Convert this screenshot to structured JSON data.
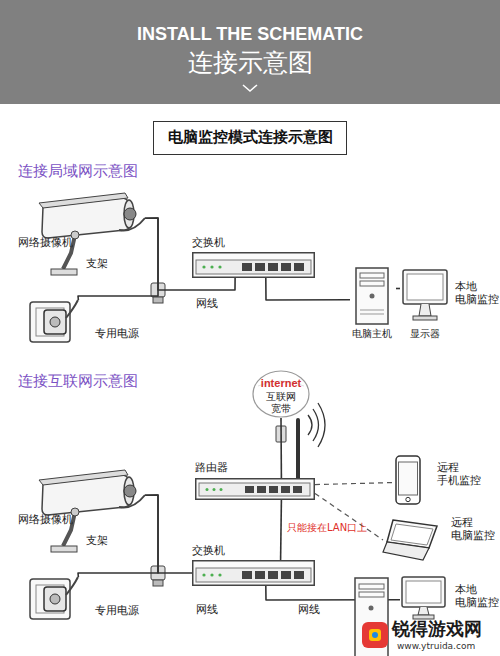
{
  "diagram": {
    "title": "电脑监控模式连接示意图",
    "nodes": [
      {
        "text": [
          "INSTALL THE SCHEMATIC",
          "连接示意图"
        ]
      },
      {
        "text": [
          "网络摄像机"
        ]
      },
      {
        "text": [
          "专用电源"
        ]
      },
      {
        "text": [
          "交换机"
        ]
      },
      {
        "text": [
          "电脑主机"
        ]
      },
      {
        "text": [
          "显示器"
        ]
      },
      {
        "text": [
          "internet",
          "互联网 宽带"
        ]
      },
      {
        "text": [
          "路由器"
        ]
      },
      {
        "text": [
          "远程 手机监控"
        ]
      },
      {
        "text": [
          "远程 电脑监控"
        ]
      },
      {
        "text": [
          "网络摄像机"
        ]
      },
      {
        "text": [
          "专用电源"
        ]
      },
      {
        "text": [
          "交换机"
        ]
      },
      {
        "text": [
          "本地 电脑监控"
        ]
      }
    ],
    "edges": [
      {
        "from": 1,
        "to": 3,
        "arrow": "none",
        "label": "网线"
      },
      {
        "from": 1,
        "to": 2,
        "arrow": "none"
      },
      {
        "from": 3,
        "to": 4,
        "arrow": "none"
      },
      {
        "from": 4,
        "to": 5,
        "arrow": "none"
      },
      {
        "from": 6,
        "to": 7,
        "arrow": "none"
      },
      {
        "from": 7,
        "to": 8,
        "arrow": "none"
      },
      {
        "from": 7,
        "to": 9,
        "arrow": "none"
      },
      {
        "from": 7,
        "to": 12,
        "arrow": "none",
        "label": "只能接在LAN口上"
      },
      {
        "from": 10,
        "to": 12,
        "arrow": "none",
        "label": "网线"
      },
      {
        "from": 10,
        "to": 11,
        "arrow": "none"
      },
      {
        "from": 12,
        "to": 13,
        "arrow": "none",
        "label": "网线"
      }
    ],
    "labels": [
      "连接局域网示意图",
      "支架",
      "本地 电脑监控",
      "连接互联网示意图",
      "支架",
      "锐得游戏网",
      "www.ytruida.com"
    ]
  }
}
